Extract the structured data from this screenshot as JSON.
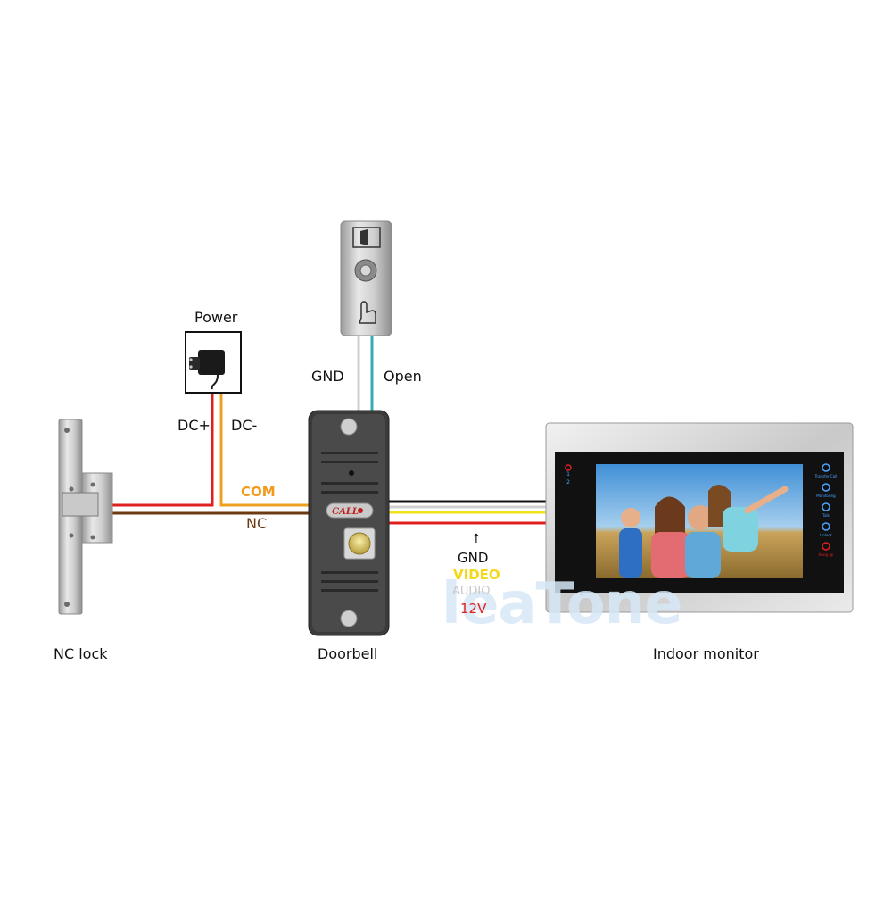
{
  "labels": {
    "power": "Power",
    "dc_plus": "DC+",
    "dc_minus": "DC-",
    "gnd_top": "GND",
    "open": "Open",
    "com": "COM",
    "nc": "NC",
    "gnd": "GND",
    "video": "VIDEO",
    "audio": "AUDIO",
    "v12": "12V",
    "nc_lock": "NC lock",
    "doorbell": "Doorbell",
    "indoor_monitor": "Indoor monitor",
    "call": "CALL",
    "watermark": "leaTone"
  },
  "monitor_buttons": [
    "Transfer Call",
    "Monitoring",
    "Talk",
    "Unlock",
    "Hang up"
  ],
  "monitor_leds": [
    "1",
    "2"
  ],
  "colors": {
    "red_wire": "#e02020",
    "orange_wire": "#f0a020",
    "brown_wire": "#6b3a12",
    "cyan_wire": "#3aa9b8",
    "yellow_wire": "#f2e21a",
    "black_wire": "#111111",
    "white_wire": "#dddddd",
    "com_text": "#f29a1a",
    "nc_text": "#6b3a12",
    "video_text": "#f2d91a",
    "v12_text": "#e02020",
    "monitor_icon": "#4aa3ff"
  }
}
